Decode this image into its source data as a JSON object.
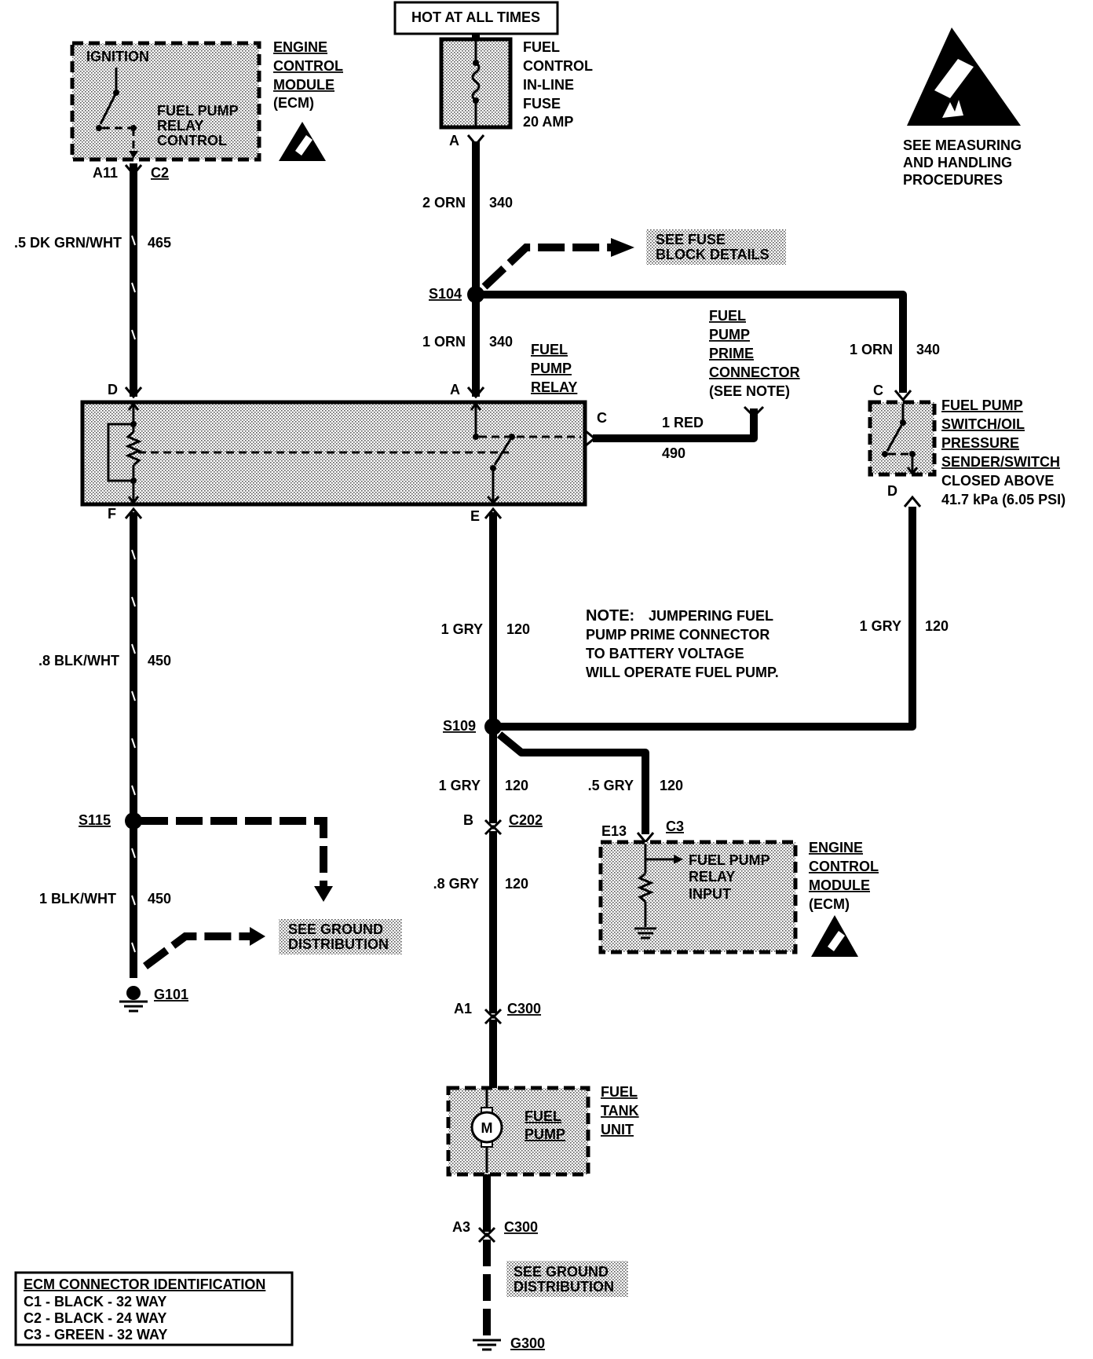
{
  "top": {
    "hot_at_all_times": "HOT AT ALL TIMES",
    "fuse": [
      "FUEL",
      "CONTROL",
      "IN-LINE",
      "FUSE",
      "20 AMP"
    ],
    "fuse_pin": "A",
    "esd_note": [
      "SEE MEASURING",
      "AND HANDLING",
      "PROCEDURES"
    ]
  },
  "ecm_top": {
    "title": [
      "ENGINE",
      "CONTROL",
      "MODULE",
      "(ECM)"
    ],
    "ignition": "IGNITION",
    "relay_control": [
      "FUEL PUMP",
      "RELAY",
      "CONTROL"
    ],
    "pin": "A11",
    "connector": "C2"
  },
  "wires": {
    "w465": {
      "gauge": ".5 DK GRN/WHT",
      "circuit": "465"
    },
    "w340a": {
      "gauge": "2 ORN",
      "circuit": "340"
    },
    "w340b": {
      "gauge": "1 ORN",
      "circuit": "340"
    },
    "w340c": {
      "gauge": "1 ORN",
      "circuit": "340"
    },
    "w490": {
      "gauge": "1 RED",
      "circuit": "490"
    },
    "w450a": {
      "gauge": ".8 BLK/WHT",
      "circuit": "450"
    },
    "w450b": {
      "gauge": "1 BLK/WHT",
      "circuit": "450"
    },
    "w120a": {
      "gauge": "1 GRY",
      "circuit": "120"
    },
    "w120b": {
      "gauge": "1 GRY",
      "circuit": "120"
    },
    "w120c": {
      "gauge": "1 GRY",
      "circuit": "120"
    },
    "w120d": {
      "gauge": ".5 GRY",
      "circuit": "120"
    },
    "w120e": {
      "gauge": ".8 GRY",
      "circuit": "120"
    }
  },
  "splices": {
    "s104": "S104",
    "s109": "S109",
    "s115": "S115"
  },
  "see_fuse": [
    "SEE FUSE",
    "BLOCK DETAILS"
  ],
  "relay": {
    "title": [
      "FUEL",
      "PUMP",
      "RELAY"
    ],
    "pins": {
      "d": "D",
      "a": "A",
      "c": "C",
      "f": "F",
      "e": "E"
    }
  },
  "prime": {
    "title": [
      "FUEL",
      "PUMP",
      "PRIME",
      "CONNECTOR",
      "(SEE NOTE)"
    ]
  },
  "switch": {
    "title": [
      "FUEL PUMP",
      "SWITCH/OIL",
      "PRESSURE",
      "SENDER/SWITCH",
      "CLOSED ABOVE",
      "41.7 kPa (6.05 PSI)"
    ],
    "pin_c": "C",
    "pin_d": "D"
  },
  "note": {
    "lead": "NOTE:",
    "lines": [
      "JUMPERING FUEL",
      "PUMP PRIME CONNECTOR",
      "TO BATTERY VOLTAGE",
      "WILL OPERATE FUEL PUMP."
    ]
  },
  "ground_left": {
    "see": [
      "SEE GROUND",
      "DISTRIBUTION"
    ],
    "g": "G101"
  },
  "c202": {
    "pin": "B",
    "connector": "C202"
  },
  "ecm_bottom": {
    "title": [
      "ENGINE",
      "CONTROL",
      "MODULE",
      "(ECM)"
    ],
    "input": [
      "FUEL PUMP",
      "RELAY",
      "INPUT"
    ],
    "pin": "E13",
    "connector": "C3"
  },
  "c300a": {
    "pin": "A1",
    "connector": "C300"
  },
  "tank": {
    "title": [
      "FUEL",
      "TANK",
      "UNIT"
    ],
    "pump": [
      "FUEL",
      "PUMP"
    ],
    "motor": "M"
  },
  "c300b": {
    "pin": "A3",
    "connector": "C300"
  },
  "ground_bottom": {
    "see": [
      "SEE GROUND",
      "DISTRIBUTION"
    ],
    "g": "G300"
  },
  "ecm_id": {
    "title": "ECM CONNECTOR IDENTIFICATION",
    "rows": [
      "C1 - BLACK - 32 WAY",
      "C2 - BLACK - 24 WAY",
      "C3 - GREEN - 32 WAY"
    ]
  }
}
